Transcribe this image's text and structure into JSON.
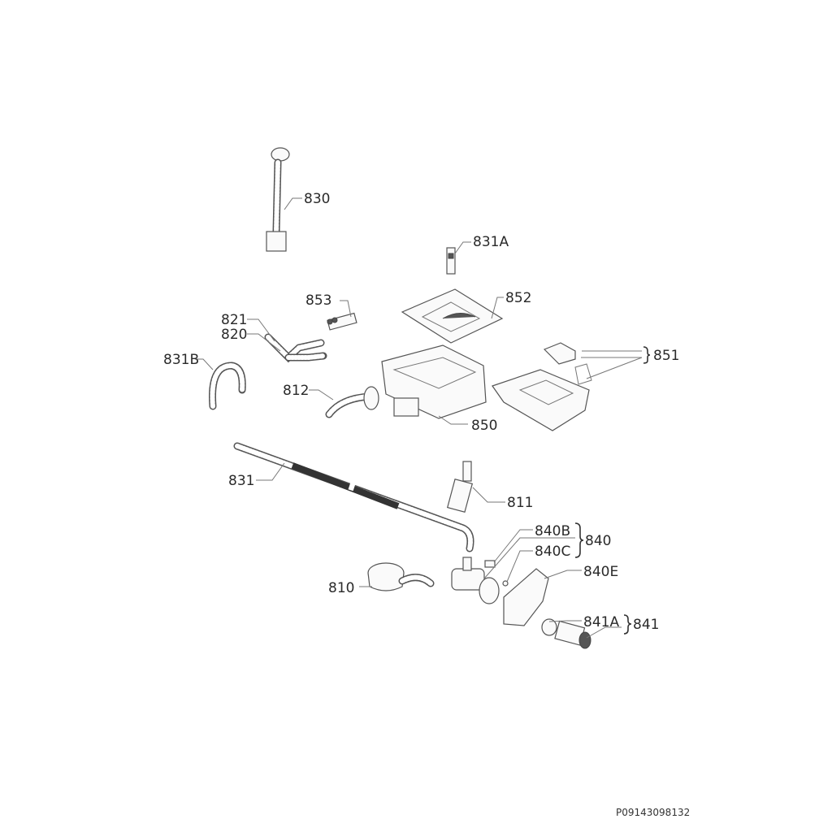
{
  "diagram": {
    "labels": {
      "p830": "830",
      "p831A": "831A",
      "p853": "853",
      "p852": "852",
      "p821": "821",
      "p820": "820",
      "p831B": "831B",
      "p851": "851",
      "p812": "812",
      "p850": "850",
      "p831": "831",
      "p811": "811",
      "p840B": "840B",
      "p840": "840",
      "p840C": "840C",
      "p810": "810",
      "p840E": "840E",
      "p841A": "841A",
      "p841": "841"
    },
    "document_code": "P09143098132"
  }
}
